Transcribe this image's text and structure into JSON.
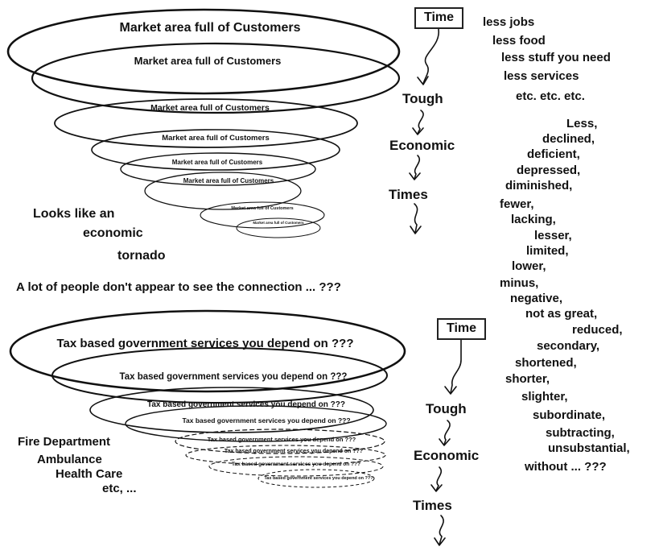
{
  "market_funnel": {
    "ring_label": "Market area full of Customers"
  },
  "tax_funnel": {
    "ring_label": "Tax based government services you depend on ???"
  },
  "left_notes": {
    "tornado_line1": "Looks like an",
    "tornado_line2": "economic",
    "tornado_line3": "tornado",
    "connection": "A lot of people don't appear to see the connection  ... ???"
  },
  "services": [
    "Fire Department",
    "Ambulance",
    "Health Care",
    "etc, ..."
  ],
  "timeline": {
    "time_label": "Time",
    "steps": [
      "Tough",
      "Economic",
      "Times"
    ]
  },
  "less_list": [
    "less jobs",
    "less food",
    "less stuff you need",
    "less services",
    "etc. etc. etc."
  ],
  "synonyms": [
    "Less,",
    "declined,",
    "deficient,",
    "depressed,",
    "diminished,",
    "fewer,",
    "lacking,",
    "lesser,",
    "limited,",
    "lower,",
    "minus,",
    "negative,",
    "not as great,",
    "reduced,",
    "secondary,",
    "shortened,",
    "shorter,",
    "slighter,",
    "subordinate,",
    "subtracting,",
    "unsubstantial,",
    "without ... ???"
  ]
}
